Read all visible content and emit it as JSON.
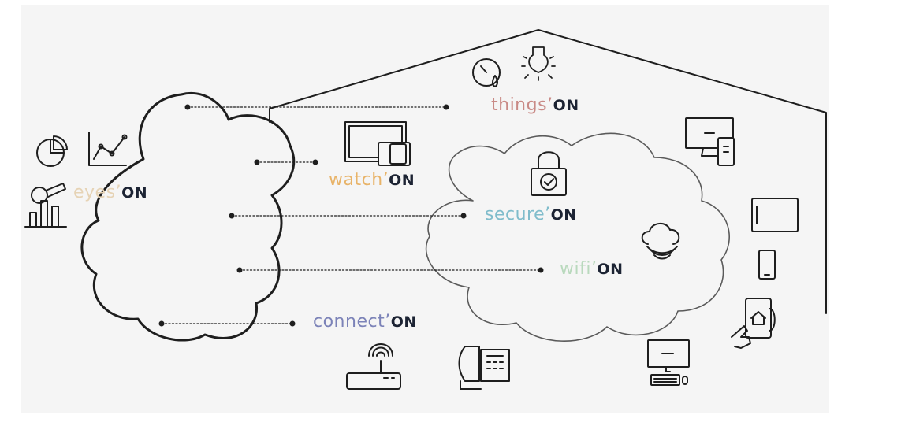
{
  "brand": {
    "suffix": "ON",
    "apostrophe": "’"
  },
  "services": {
    "things": {
      "word": "things",
      "color": "#c98a86"
    },
    "watch": {
      "word": "watch",
      "color": "#e8b368"
    },
    "eyes": {
      "word": "eyes",
      "color": "#e6d3b5"
    },
    "secure": {
      "word": "secure",
      "color": "#7fbccb"
    },
    "wifi": {
      "word": "wifi",
      "color": "#b9d9bd"
    },
    "connect": {
      "word": "connect",
      "color": "#7c83b8"
    }
  },
  "colors": {
    "line": "#1e1e1e",
    "cloud_inner": "#5a5a5a",
    "panel": "#f5f5f5"
  },
  "icons": [
    "pie-chart-icon",
    "line-chart-icon",
    "magnifier-bar-chart-icon",
    "gauge-drop-icon",
    "lightbulb-icon",
    "monitor-tablet-icon",
    "padlock-icon",
    "wifi-cloud-icon",
    "desktop-phone-icon",
    "tablet-icon",
    "smartphone-icon",
    "hand-home-phone-icon",
    "router-icon",
    "desk-phone-icon",
    "pc-keyboard-icon"
  ]
}
